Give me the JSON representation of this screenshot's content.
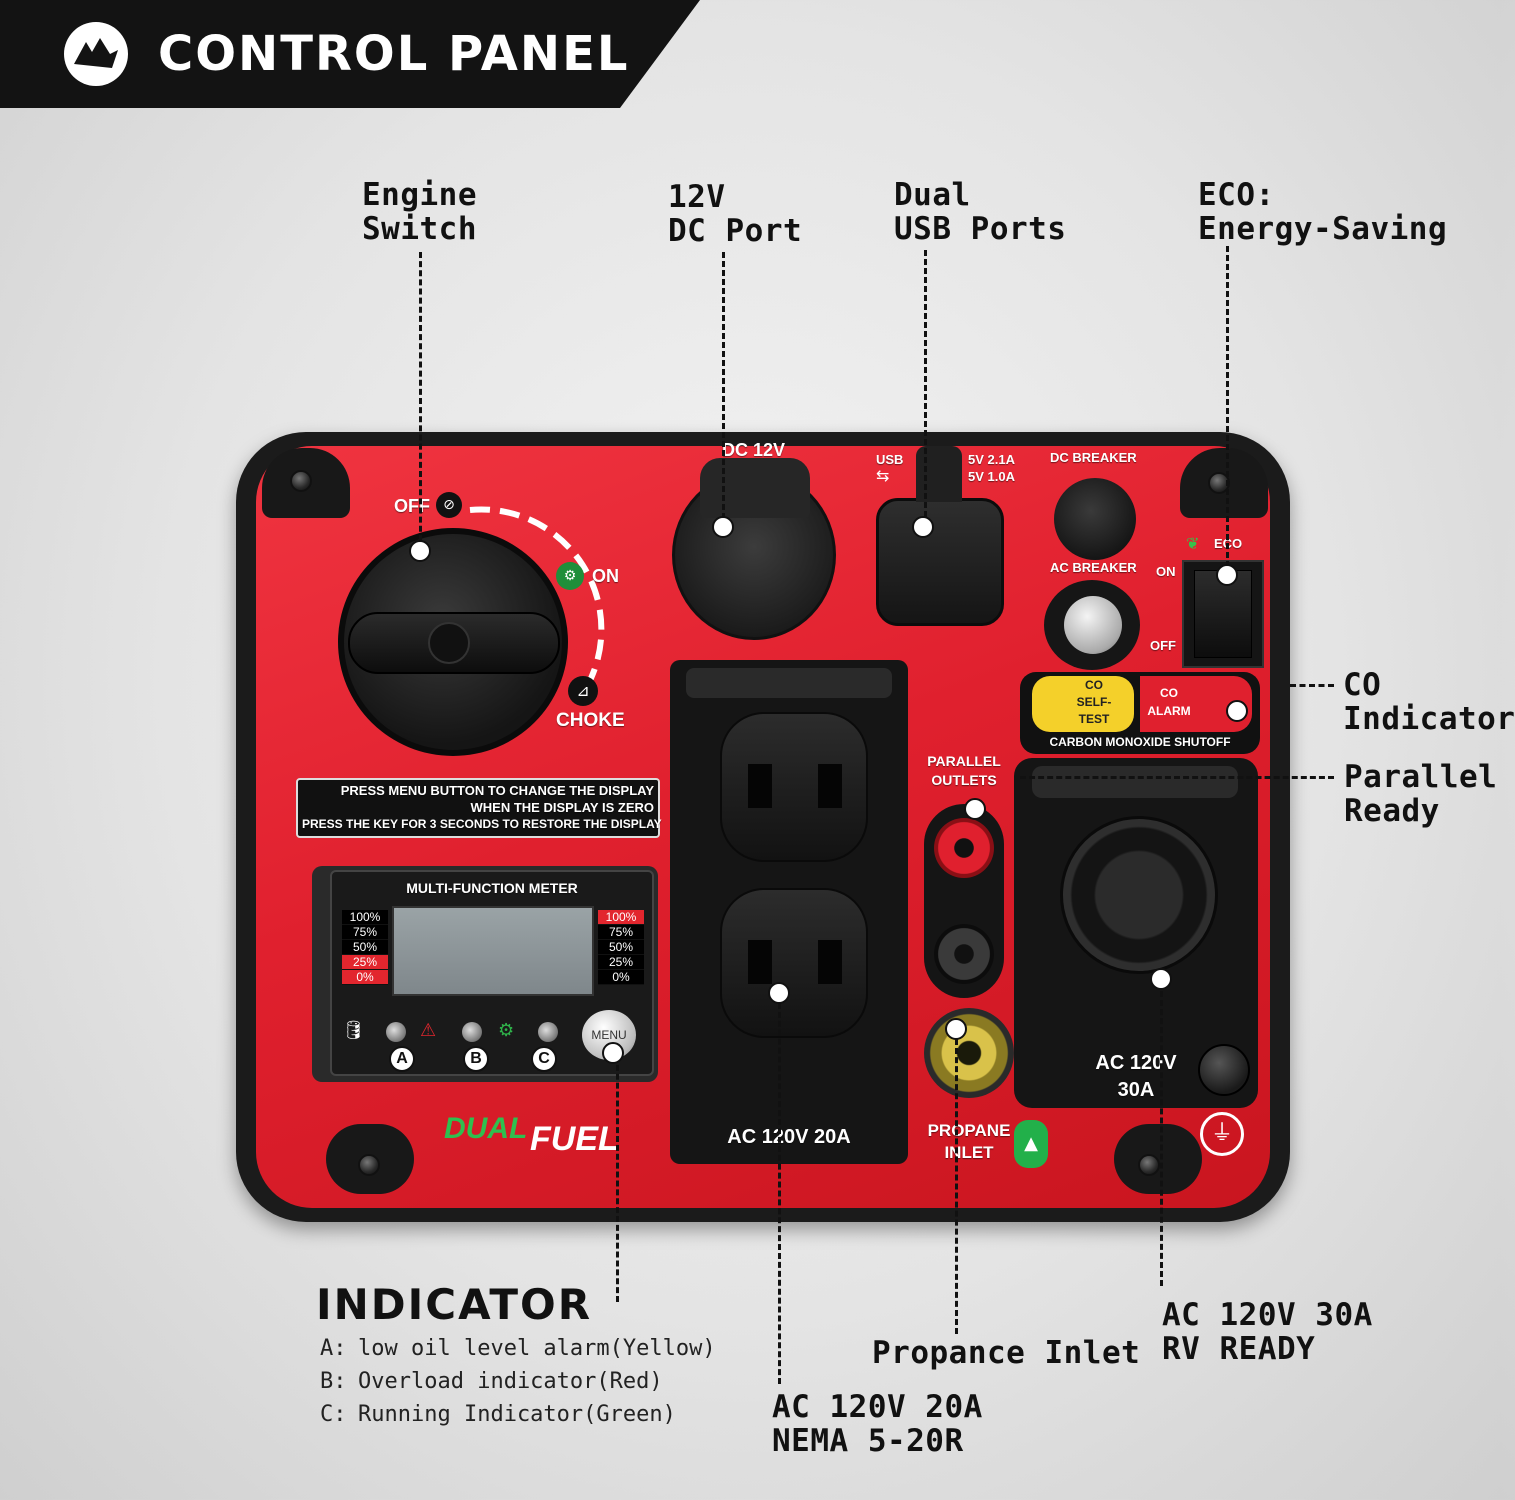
{
  "header": {
    "title": "CONTROL PANEL",
    "logo_icon": "brand-logo-icon"
  },
  "callouts": {
    "engine_switch": [
      "Engine",
      "Switch"
    ],
    "dc_port": [
      "12V",
      "DC Port"
    ],
    "usb_ports": [
      "Dual",
      "USB Ports"
    ],
    "eco": [
      "ECO:",
      "Energy-Saving"
    ],
    "co_indicator": [
      "CO",
      "Indicator"
    ],
    "parallel_ready": [
      "Parallel",
      "Ready"
    ],
    "propane_inlet": "Propance Inlet",
    "ac20": [
      "AC 120V 20A",
      "NEMA 5-20R"
    ],
    "ac30": [
      "AC 120V 30A",
      "RV READY"
    ]
  },
  "indicator": {
    "title": "INDICATOR",
    "items": [
      {
        "key": "A:",
        "text": "low oil level alarm(Yellow)"
      },
      {
        "key": "B:",
        "text": "Overload indicator(Red)"
      },
      {
        "key": "C:",
        "text": "Running Indicator(Green)"
      }
    ]
  },
  "panel": {
    "off": "OFF",
    "on": "ON",
    "choke": "CHOKE",
    "dc12v": "DC 12V",
    "usb": "USB",
    "usb_spec_1": "5V 2.1A",
    "usb_spec_2": "5V 1.0A",
    "dc_breaker": "DC BREAKER",
    "ac_breaker": "AC BREAKER",
    "eco": "ECO",
    "eco_on": "ON",
    "eco_off": "OFF",
    "co_self_test": [
      "CO",
      "SELF-",
      "TEST"
    ],
    "co_alarm": [
      "CO",
      "ALARM"
    ],
    "co_strip": "CARBON MONOXIDE SHUTOFF",
    "parallel_outlets": [
      "PARALLEL",
      "OUTLETS"
    ],
    "ac20_label": "AC 120V 20A",
    "ac30_label": [
      "AC 120V",
      "30A"
    ],
    "propane": [
      "PROPANE",
      "INLET"
    ],
    "dual": "DUAL",
    "fuel": "FUEL",
    "notice": [
      "PRESS MENU BUTTON TO CHANGE THE DISPLAY",
      "WHEN THE DISPLAY IS ZERO",
      "PRESS THE KEY FOR 3 SECONDS TO RESTORE THE DISPLAY"
    ],
    "meter_title": "MULTI-FUNCTION METER",
    "meter_left_scale": [
      "100%",
      "75%",
      "50%",
      "25%",
      "0%"
    ],
    "meter_right_scale": [
      "100%",
      "75%",
      "50%",
      "25%",
      "0%"
    ],
    "meter_leds": [
      "A",
      "B",
      "C"
    ],
    "menu": "MENU"
  },
  "colors": {
    "panel_red": "#e0202e",
    "co_yellow": "#f4d02a",
    "dual_fuel_green": "#22b04a",
    "banner": "#131313"
  }
}
